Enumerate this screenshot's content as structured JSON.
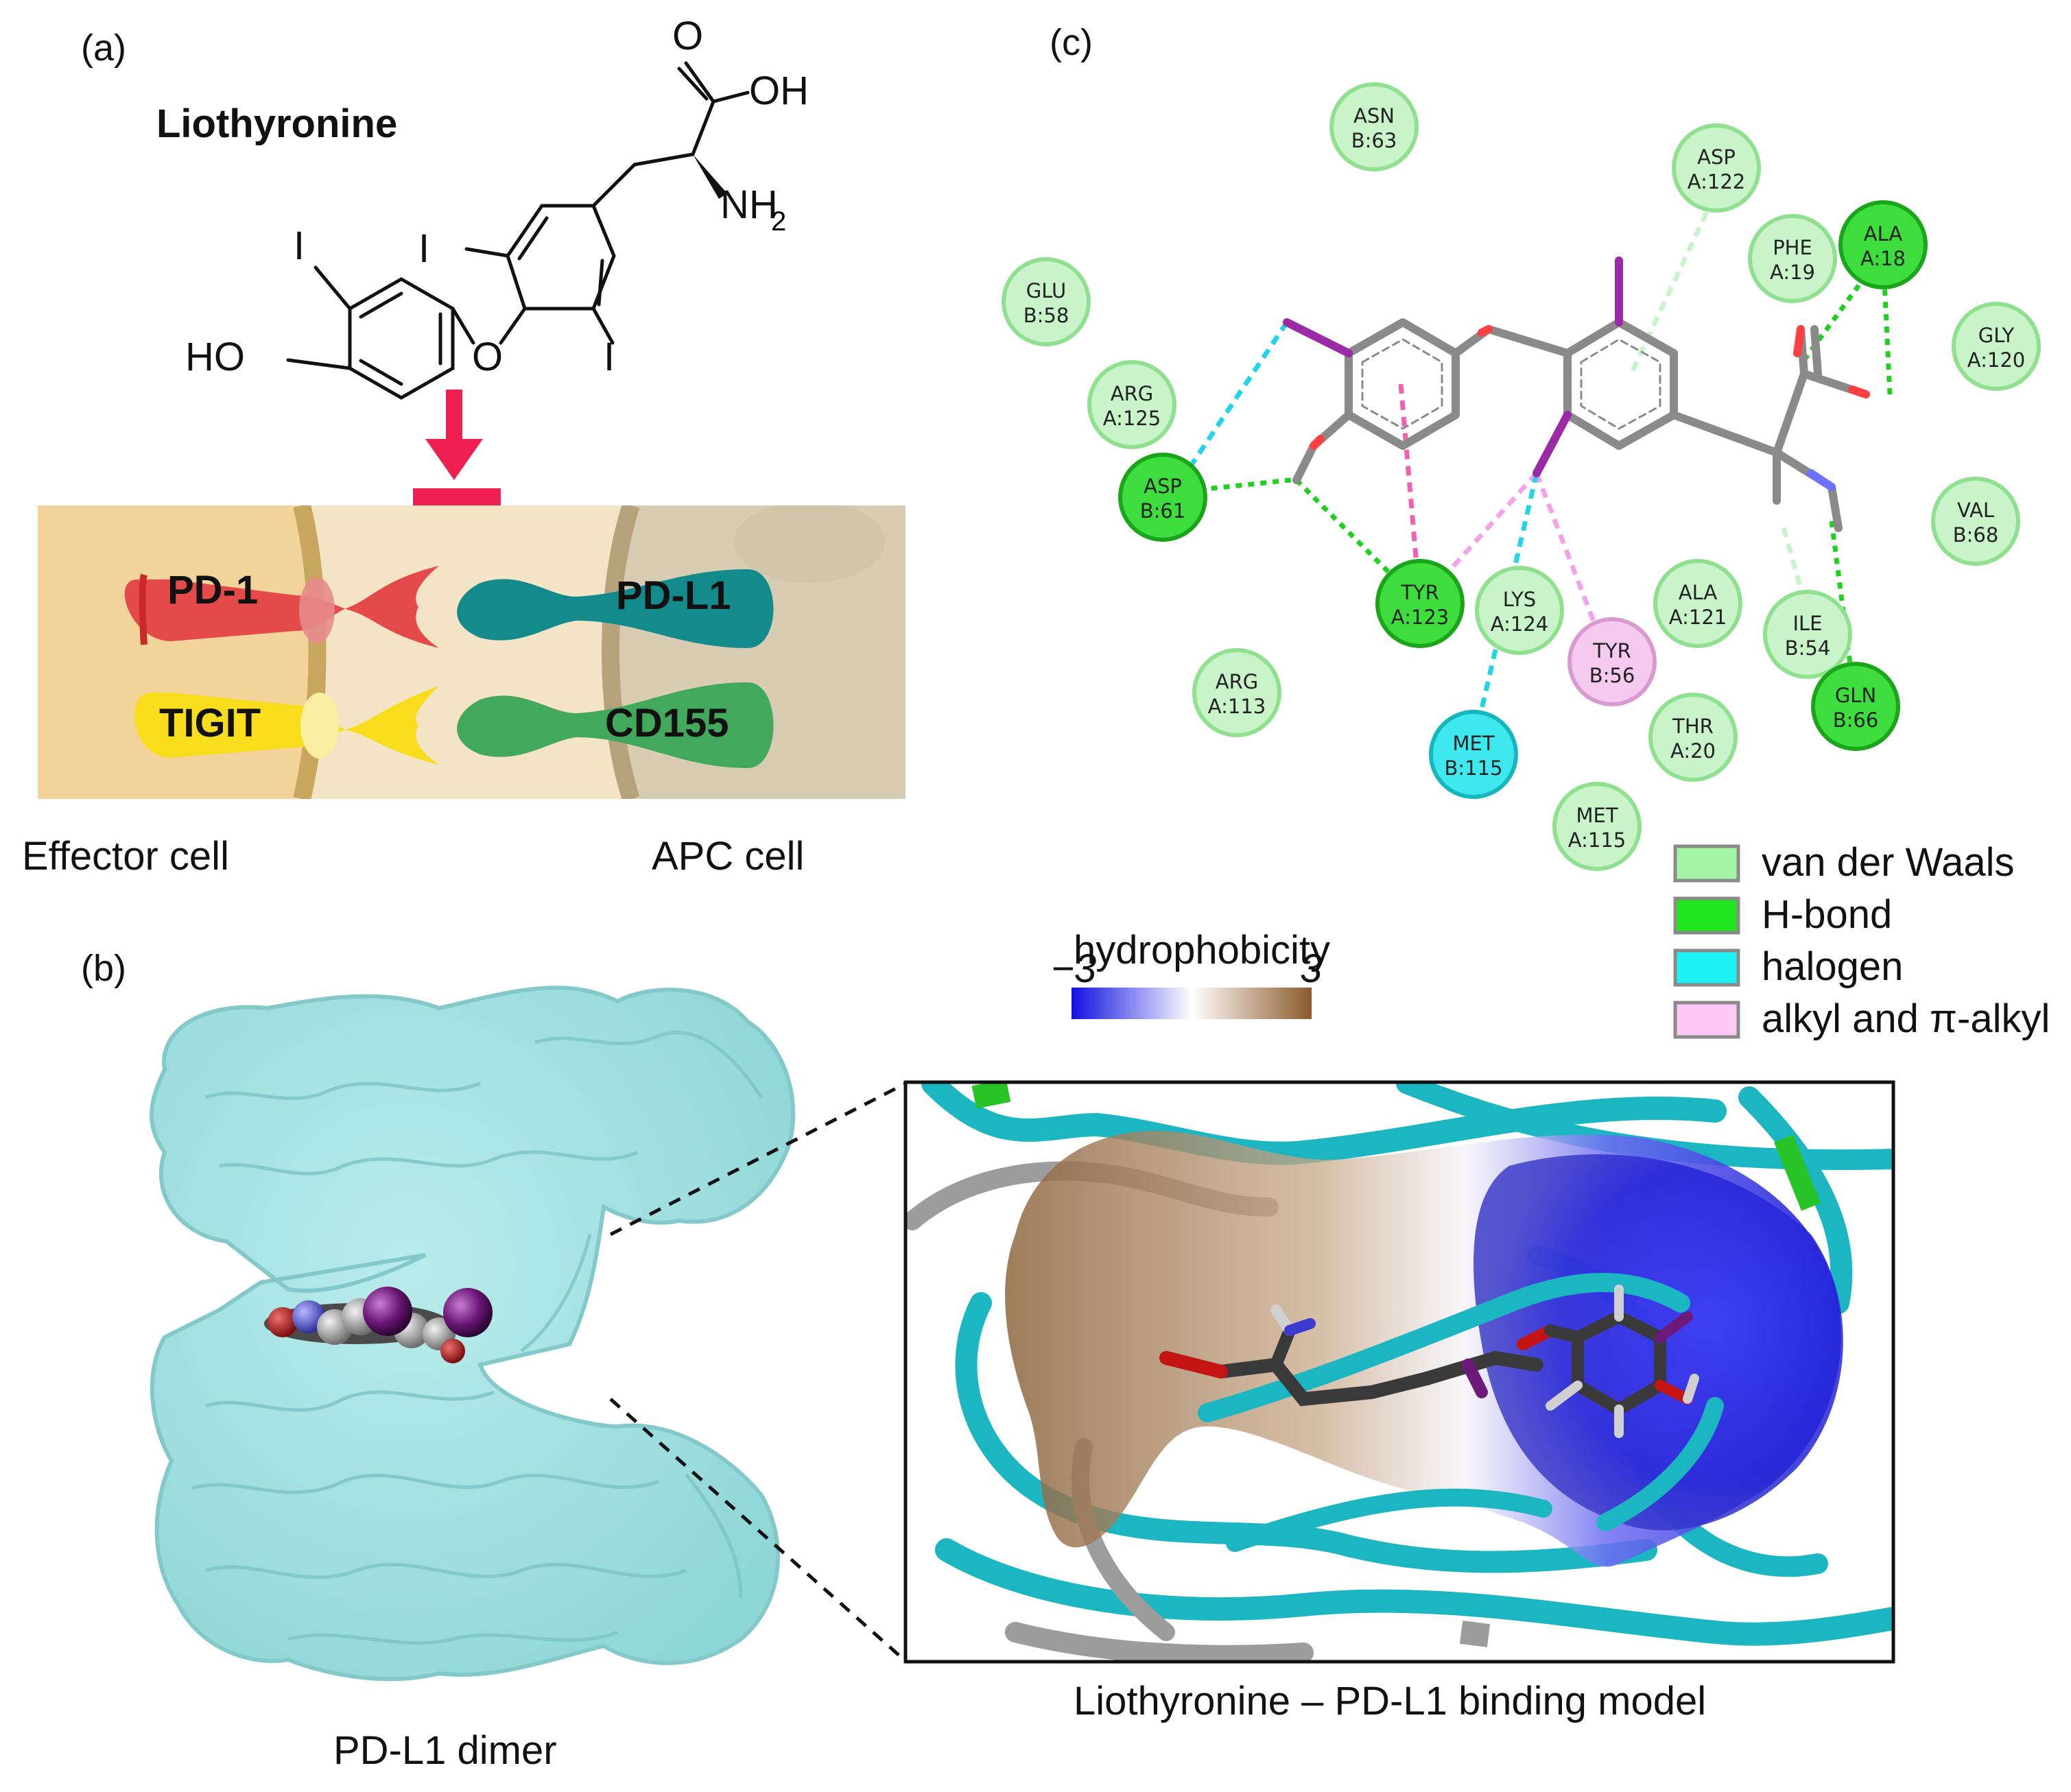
{
  "panels": {
    "a": {
      "label": "(a)",
      "molecule_name": "Liothyronine",
      "atoms": {
        "o_carbonyl": "O",
        "oh_acid": "OH",
        "nh": "NH",
        "nh_sub": "2",
        "i_top": "I",
        "i_mid": "I",
        "i_low": "I",
        "ho": "HO",
        "o_ether": "O"
      },
      "proteins": {
        "pd1": "PD-1",
        "pdl1": "PD-L1",
        "tigit": "TIGIT",
        "cd155": "CD155"
      },
      "effector_label": "Effector cell",
      "apc_label": "APC cell",
      "colors": {
        "pd1": "#e44a4a",
        "pdl1": "#138a8c",
        "tigit": "#f7dd1c",
        "cd155": "#41a85c",
        "arrow": "#ee2050",
        "cell_left": "#f0d29a",
        "cell_right": "#d6c9ad"
      }
    },
    "b": {
      "label": "(b)",
      "dimer_caption": "PD-L1 dimer",
      "binding_caption": "Liothyronine – PD-L1 binding model",
      "hydrophobicity_title": "hydrophobicity",
      "scale_min": "−3",
      "scale_max": "3",
      "colors": {
        "surface": "#a6e2e1",
        "hydrophilic": "#1a1adf",
        "hydrophobic": "#9a6a3c",
        "ribbon": "#1cb5c2"
      }
    },
    "c": {
      "label": "(c)",
      "residues": [
        {
          "id": "asn63",
          "name": "ASN",
          "pos": "B:63",
          "type": "vdw"
        },
        {
          "id": "asp122",
          "name": "ASP",
          "pos": "A:122",
          "type": "vdw"
        },
        {
          "id": "phe19",
          "name": "PHE",
          "pos": "A:19",
          "type": "vdw"
        },
        {
          "id": "ala18",
          "name": "ALA",
          "pos": "A:18",
          "type": "hbond"
        },
        {
          "id": "glu58",
          "name": "GLU",
          "pos": "B:58",
          "type": "vdw"
        },
        {
          "id": "gly120",
          "name": "GLY",
          "pos": "A:120",
          "type": "vdw"
        },
        {
          "id": "arg125",
          "name": "ARG",
          "pos": "A:125",
          "type": "vdw"
        },
        {
          "id": "val68",
          "name": "VAL",
          "pos": "B:68",
          "type": "vdw"
        },
        {
          "id": "asp61",
          "name": "ASP",
          "pos": "B:61",
          "type": "hbond"
        },
        {
          "id": "tyr123",
          "name": "TYR",
          "pos": "A:123",
          "type": "hbond"
        },
        {
          "id": "lys124",
          "name": "LYS",
          "pos": "A:124",
          "type": "vdw"
        },
        {
          "id": "ala121",
          "name": "ALA",
          "pos": "A:121",
          "type": "vdw"
        },
        {
          "id": "ile54",
          "name": "ILE",
          "pos": "B:54",
          "type": "vdw"
        },
        {
          "id": "tyr56",
          "name": "TYR",
          "pos": "B:56",
          "type": "alkyl"
        },
        {
          "id": "gln66",
          "name": "GLN",
          "pos": "B:66",
          "type": "hbond"
        },
        {
          "id": "arg113",
          "name": "ARG",
          "pos": "A:113",
          "type": "vdw"
        },
        {
          "id": "thr20",
          "name": "THR",
          "pos": "A:20",
          "type": "vdw"
        },
        {
          "id": "met115b",
          "name": "MET",
          "pos": "B:115",
          "type": "halogen"
        },
        {
          "id": "met115a",
          "name": "MET",
          "pos": "A:115",
          "type": "vdw"
        }
      ],
      "legend": [
        {
          "key": "vdw",
          "label": "van der Waals",
          "color": "#a3f5a3"
        },
        {
          "key": "hbond",
          "label": "H-bond",
          "color": "#1fe51f"
        },
        {
          "key": "halogen",
          "label": "halogen",
          "color": "#1ef2f2"
        },
        {
          "key": "alkyl",
          "label": "alkyl and π-alkyl",
          "color": "#fcc8f6"
        }
      ],
      "colors": {
        "vdw": "#c9f3c9",
        "vdw_edge": "#8fe08f",
        "hbond": "#3ddd3d",
        "hbond_edge": "#1aa51a",
        "halogen": "#3fe8ee",
        "halogen_edge": "#15b6bc",
        "alkyl": "#f6c9f0",
        "alkyl_edge": "#d99ad0",
        "bond": "#8a8a8a",
        "iodine": "#9b2aa6"
      }
    }
  }
}
